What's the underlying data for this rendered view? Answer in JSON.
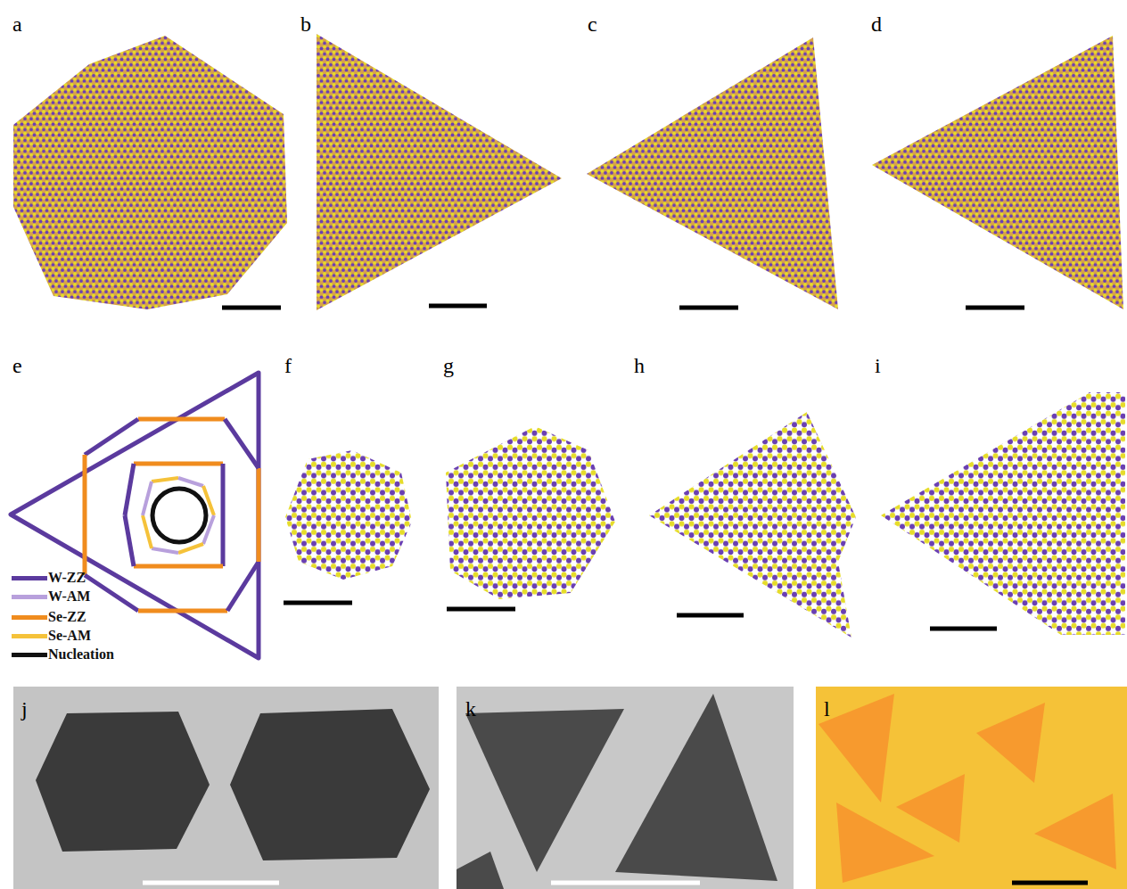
{
  "diagram": {
    "labels": [
      "a",
      "b",
      "c",
      "d",
      "e",
      "f",
      "g",
      "h",
      "i",
      "j",
      "k",
      "l"
    ],
    "legend": [
      {
        "text": "W-ZZ",
        "color": "#5b3a9e"
      },
      {
        "text": "W-AM",
        "color": "#b8a0dc"
      },
      {
        "text": "Se-ZZ",
        "color": "#f08c1e"
      },
      {
        "text": "Se-AM",
        "color": "#f5c23a"
      },
      {
        "text": "Nucleation",
        "color": "#111111"
      }
    ]
  }
}
